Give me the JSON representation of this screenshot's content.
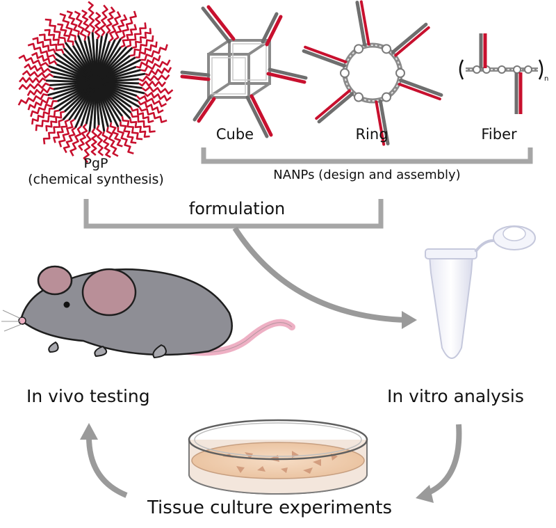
{
  "pgp": {
    "title": "PgP",
    "subtitle": "(chemical synthesis)"
  },
  "nanps": {
    "cube_label": "Cube",
    "ring_label": "Ring",
    "fiber_label": "Fiber",
    "fiber_subscript": "n",
    "group_label": "NANPs (design and assembly)"
  },
  "formulation_label": "formulation",
  "steps": {
    "in_vivo": "In vivo testing",
    "in_vitro": "In vitro analysis",
    "tissue": "Tissue culture experiments"
  },
  "colors": {
    "rna_red": "#c8102e",
    "strand_dark": "#1a1a1a",
    "bracket_gray": "#a6a6a6",
    "arrow_gray": "#9a9a9a",
    "mouse_gray": "#8e8e95",
    "ear_pink": "#b98f98",
    "tail_pink": "#eeb0c4",
    "dish_tissue": "#f0d2b8"
  }
}
